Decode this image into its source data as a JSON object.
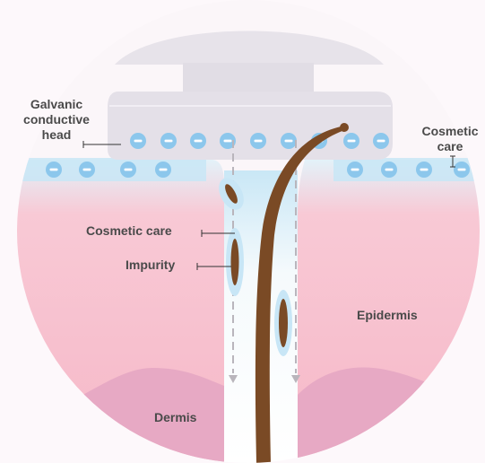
{
  "labels": {
    "galvanic_head": [
      "Galvanic",
      "conductive",
      "head"
    ],
    "cosmetic_care_right": [
      "Cosmetic",
      "care"
    ],
    "cosmetic_care_pore": "Cosmetic care",
    "impurity": "Impurity",
    "epidermis": "Epidermis",
    "dermis": "Dermis"
  },
  "colors": {
    "device_top": "#e7e3ea",
    "device_head": "#e4e0e8",
    "ion_blue": "#8cc7ec",
    "gel_layer": "#c8e6f6",
    "epidermis_pink": "#f7bccb",
    "dermis_pink": "#e7a9c4",
    "hair_brown": "#7a4a25",
    "arrow_gray": "#b9b5bc",
    "label_text": "#4a4a4a"
  },
  "icons": {
    "ion": "negative-ion-icon",
    "flow_arrow": "down-arrow-icon"
  }
}
